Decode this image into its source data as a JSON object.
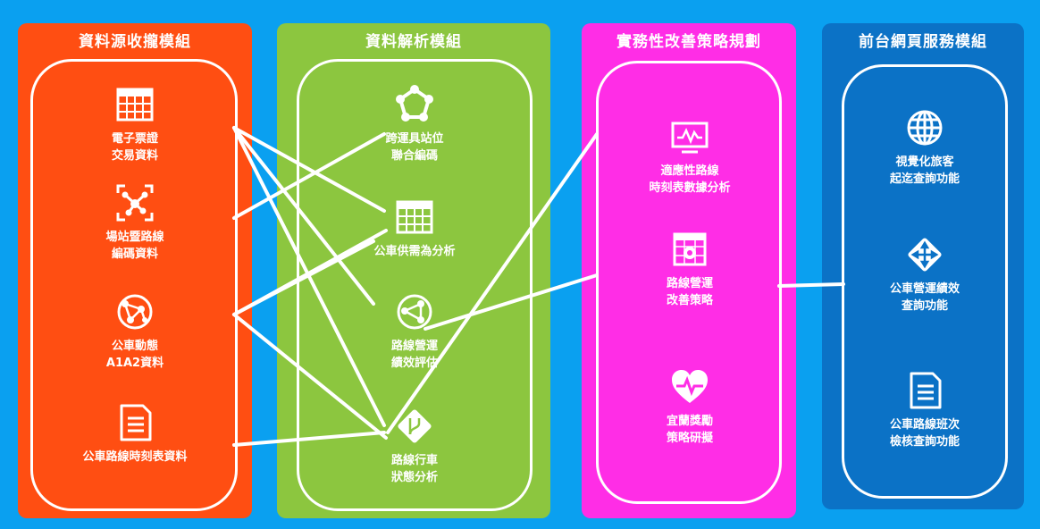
{
  "colors": {
    "background": "#0aa0f0",
    "collect": "#ff4e12",
    "analyze": "#8cc63f",
    "strategy": "#ff2de6",
    "service": "#0b72c6"
  },
  "modules": [
    {
      "title": "資料源收攏模組",
      "items": [
        {
          "icon": "table-grid-icon",
          "label": "電子票證\n交易資料"
        },
        {
          "icon": "network-nodes-icon",
          "label": "場站暨路線\n編碼資料"
        },
        {
          "icon": "globe-network-icon",
          "label": "公車動態\nA1A2資料"
        },
        {
          "icon": "document-icon",
          "label": "公車路線時刻表資料"
        }
      ]
    },
    {
      "title": "資料解析模組",
      "items": [
        {
          "icon": "network-ring-icon",
          "label": "跨運具站位\n聯合編碼"
        },
        {
          "icon": "table-grid-icon",
          "label": "公車供需為分析"
        },
        {
          "icon": "globe-network-icon",
          "label": "路線營運\n績效評估"
        },
        {
          "icon": "route-diamond-icon",
          "label": "路線行車\n狀態分析"
        }
      ]
    },
    {
      "title": "實務性改善策略規劃",
      "items": [
        {
          "icon": "monitor-chart-icon",
          "label": "適應性路線\n時刻表數據分析"
        },
        {
          "icon": "calendar-gear-icon",
          "label": "路線營運\n改善策略"
        },
        {
          "icon": "heart-pulse-icon",
          "label": "宜蘭獎勵\n策略研擬"
        }
      ]
    },
    {
      "title": "前台網頁服務模組",
      "items": [
        {
          "icon": "globe-icon",
          "label": "視覺化旅客\n起迄查詢功能"
        },
        {
          "icon": "directions-diamond-icon",
          "label": "公車營運績效\n查詢功能"
        },
        {
          "icon": "document-icon",
          "label": "公車路線班次\n檢核查詢功能"
        }
      ]
    }
  ]
}
